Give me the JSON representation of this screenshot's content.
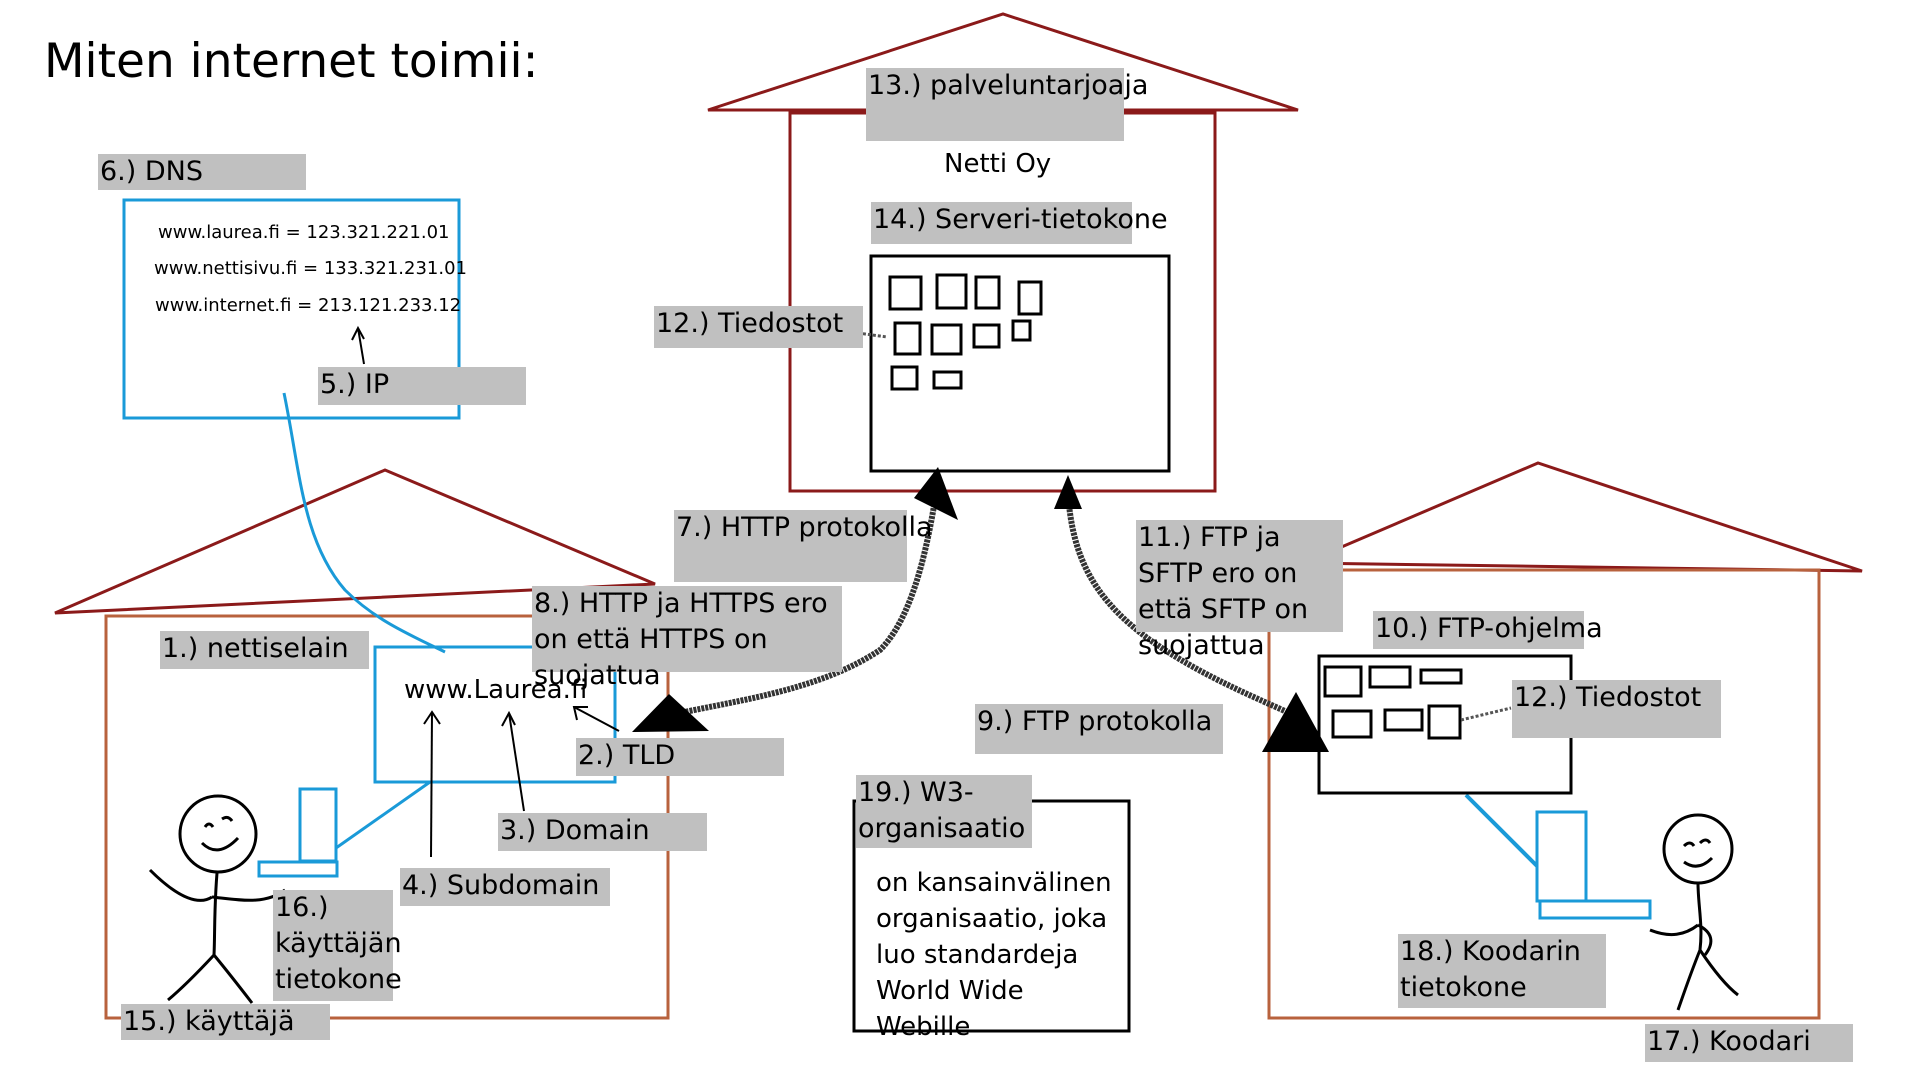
{
  "title": "Miten internet toimii:",
  "labels": {
    "l1": "1.) nettiselain",
    "l2": "2.) TLD",
    "l3": "3.) Domain",
    "l4": "4.) Subdomain",
    "l5": "5.) IP",
    "l6": "6.) DNS",
    "l7": "7.) HTTP protokolla",
    "l8": "8.) HTTP ja HTTPS ero on että HTTPS on suojattua",
    "l9": "9.) FTP protokolla",
    "l10": "10.) FTP-ohjelma",
    "l11": "11.) FTP ja SFTP ero on että SFTP on suojattua",
    "l12a": "12.) Tiedostot",
    "l12b": "12.) Tiedostot",
    "l13": "13.) palveluntarjoaja",
    "l14": "14.) Serveri-tietokone",
    "l15": "15.) käyttäjä",
    "l16": "16.) käyttäjän tietokone",
    "l17": "17.) Koodari",
    "l18": "18.) Koodarin tietokone",
    "l19": "19.) W3-organisaatio"
  },
  "company": "Netti Oy",
  "browser_url": "www.Laurea.fi",
  "dns_entries": [
    "www.laurea.fi = 123.321.221.01",
    "www.nettisivu.fi = 133.321.231.01",
    "www.internet.fi = 213.121.233.12"
  ],
  "w3_text": "on kansainvälinen organisaatio, joka luo standardeja World Wide Webille",
  "colors": {
    "house_red": "#8b1a1a",
    "house_brown": "#b8623d",
    "blue": "#1a9ad8",
    "label_bg": "#c0c0c0"
  }
}
